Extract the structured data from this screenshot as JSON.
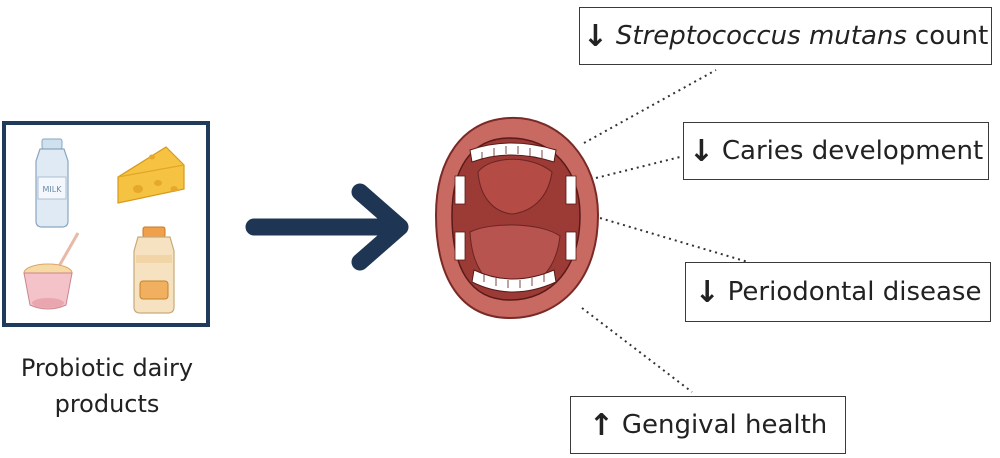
{
  "products": {
    "label_line1": "Probiotic dairy",
    "label_line2": "products",
    "bottle_text": "MILK"
  },
  "effects": {
    "mutans": {
      "arrow": "↓",
      "italic": "Streptococcus mutans",
      "rest": "count"
    },
    "caries": {
      "arrow": "↓",
      "text": "Caries development"
    },
    "periodontal": {
      "arrow": "↓",
      "text": "Periodontal disease"
    },
    "gengival": {
      "arrow": "↑",
      "text": "Gengival health"
    }
  },
  "colors": {
    "arrow": "#1e3553",
    "box_border": "#1f3a5a",
    "lips": "#c96a62",
    "mouth_interior": "#9c3a36",
    "teeth": "#ffffff"
  }
}
